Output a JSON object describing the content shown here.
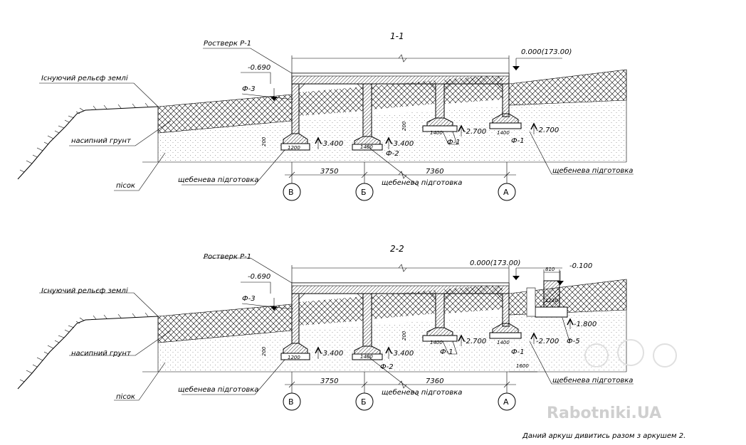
{
  "sections": [
    {
      "title": "1-1",
      "labels": {
        "rostverk": "Ростверк Р-1",
        "elev_minus": "-0.690",
        "elev_zero": "0.000(173.00)",
        "f3": "Ф-3",
        "relief": "Існуючий рельєф землі",
        "fill": "насипний грунт",
        "sand": "пісок",
        "gravel_left": "щебенева підготовка",
        "gravel_mid": "щебенева підготовка",
        "gravel_right": "щебенева підготовка",
        "f1a": "Ф-1",
        "f1b": "Ф-1",
        "f2": "Ф-2",
        "w1200": "1200",
        "w1400a": "1400",
        "w1400b": "1400",
        "w1400c": "1400",
        "h200a": "200",
        "h200b": "200",
        "e3400a": "-3.400",
        "e3400b": "-3.400",
        "e2700a": "-2.700",
        "e2700b": "-2.700",
        "dim1": "3750",
        "dim2": "7360",
        "axisB": "В",
        "axisBe": "Б",
        "axisA": "А"
      }
    },
    {
      "title": "2-2",
      "labels": {
        "rostverk": "Ростверк Р-1",
        "elev_minus": "-0.690",
        "elev_zero": "0.000(173.00)",
        "f3": "Ф-3",
        "relief": "Існуючий рельєф землі",
        "fill": "насипний грунт",
        "sand": "пісок",
        "gravel_left": "щебенева підготовка",
        "gravel_mid": "щебенева підготовка",
        "gravel_right": "щебенева підготовка",
        "f1a": "Ф-1",
        "f1b": "Ф-1",
        "f2": "Ф-2",
        "f5": "Ф-5",
        "w1200": "1200",
        "w1400a": "1400",
        "w1400b": "1400",
        "w1400c": "1400",
        "w810": "810",
        "w1230": "1230",
        "w1600": "1600",
        "h200a": "200",
        "h200b": "200",
        "e3400a": "-3.400",
        "e3400b": "-3.400",
        "e2700a": "-2.700",
        "e2700b": "-2.700",
        "e0100": "-0.100",
        "e1800": "-1.800",
        "dim1": "3750",
        "dim2": "7360",
        "axisB": "В",
        "axisBe": "Б",
        "axisA": "А"
      }
    }
  ],
  "watermark": "Rabotniki.UA",
  "footnote": "Даний аркуш дивитись разом з аркушем 2."
}
